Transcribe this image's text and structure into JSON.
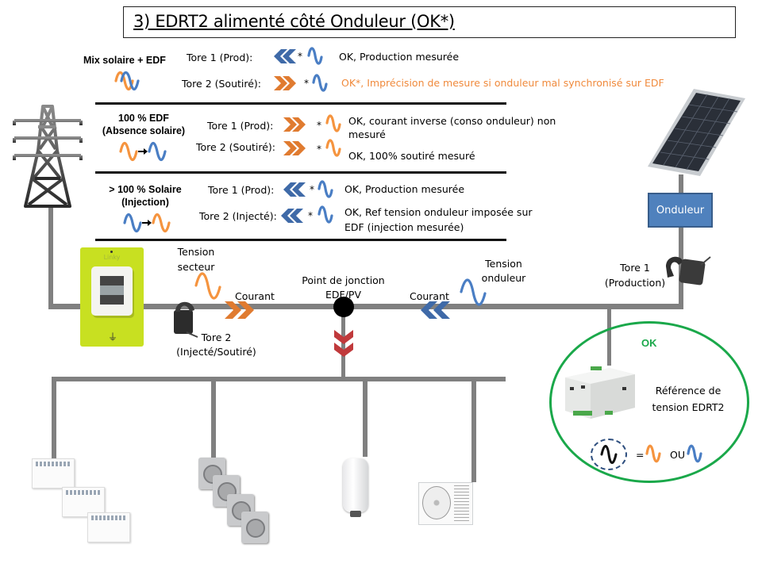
{
  "title": "3) EDRT2 alimenté côté Onduleur (OK*)",
  "colors": {
    "edf_wave": "#f5943f",
    "solar_wave": "#4a7ec4",
    "orange_chevron": "#e07b30",
    "blue_chevron": "#3f6aa8",
    "red_chevron": "#c0393b",
    "ok_green": "#1aa84a",
    "warning_text": "#f08a3c",
    "wire": "#808080",
    "onduleur_box": "#4f81bd",
    "linky": "#c8e021"
  },
  "scenarios": [
    {
      "name": "Mix solaire + EDF",
      "name_line2": "",
      "waves": [
        "edf+solar overlapped"
      ],
      "rows": [
        {
          "tore": "Tore 1 (Prod):",
          "chevron": "blue-left",
          "star": "*",
          "wave": "solar",
          "result": "OK, Production mesurée",
          "result_line2": "",
          "highlight": false
        },
        {
          "tore": "Tore 2 (Soutiré):",
          "chevron": "orange-right",
          "star": "*",
          "wave": "solar",
          "result": "OK*, Imprécision de mesure si onduleur mal synchronisé sur EDF",
          "result_line2": "",
          "highlight": true
        }
      ]
    },
    {
      "name": "100 % EDF",
      "name_line2": "(Absence solaire)",
      "waves": [
        "edf",
        "arrow",
        "solar"
      ],
      "rows": [
        {
          "tore": "Tore 1 (Prod):",
          "chevron": "orange-right",
          "star": "*",
          "wave": "edf",
          "result": "OK, courant inverse (conso onduleur) non",
          "result_line2": "mesuré",
          "highlight": false
        },
        {
          "tore": "Tore 2 (Soutiré):",
          "chevron": "orange-right",
          "star": "*",
          "wave": "edf",
          "result": "OK, 100% soutiré mesuré",
          "result_line2": "",
          "highlight": false
        }
      ]
    },
    {
      "name": "> 100 % Solaire",
      "name_line2": "(Injection)",
      "waves": [
        "solar",
        "arrow",
        "edf"
      ],
      "rows": [
        {
          "tore": "Tore 1 (Prod):",
          "chevron": "blue-left",
          "star": "*",
          "wave": "solar",
          "result": "OK, Production mesurée",
          "result_line2": "",
          "highlight": false
        },
        {
          "tore": "Tore 2 (Injecté):",
          "chevron": "blue-left",
          "star": "*",
          "wave": "solar",
          "result": "OK, Ref tension onduleur imposée sur",
          "result_line2": "EDF (injection mesurée)",
          "highlight": false
        }
      ]
    }
  ],
  "network": {
    "linky_label": "Linky",
    "tension_secteur": [
      "Tension",
      "secteur"
    ],
    "courant_left": "Courant",
    "courant_right": "Courant",
    "junction": [
      "Point de jonction",
      "EDF/PV"
    ],
    "tension_onduleur": [
      "Tension",
      "onduleur"
    ],
    "tore2": [
      "Tore 2",
      "(Injecté/Soutiré)"
    ],
    "tore1": [
      "Tore 1",
      "(Production)"
    ],
    "onduleur": "Onduleur"
  },
  "edrt2": {
    "status": "OK",
    "label": [
      "Référence de",
      "tension EDRT2"
    ],
    "equals": "=",
    "or": "OU"
  },
  "loads": [
    "radiators",
    "sockets",
    "water-heater",
    "heat-pump"
  ]
}
